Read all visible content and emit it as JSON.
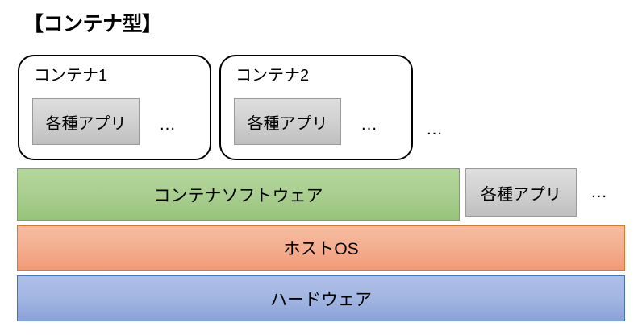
{
  "diagram": {
    "title": "【コンテナ型】",
    "ellipsis": "…",
    "containers": [
      {
        "label": "コンテナ1",
        "app": "各種アプリ",
        "more": "…"
      },
      {
        "label": "コンテナ2",
        "app": "各種アプリ",
        "more": "…"
      }
    ],
    "containers_more": "…",
    "layers": [
      {
        "name": "container-software",
        "label": "コンテナソフトウェア",
        "color": "#aace90",
        "border": "#74a858"
      },
      {
        "name": "host-os",
        "label": "ホストOS",
        "color": "#f4ae90",
        "border": "#e0762a"
      },
      {
        "name": "hardware",
        "label": "ハードウェア",
        "color": "#a3b6e2",
        "border": "#4472b8"
      }
    ],
    "standalone_app": {
      "label": "各種アプリ",
      "more": "…",
      "color": "#d2d2d2",
      "border": "#9a9a9a"
    }
  }
}
